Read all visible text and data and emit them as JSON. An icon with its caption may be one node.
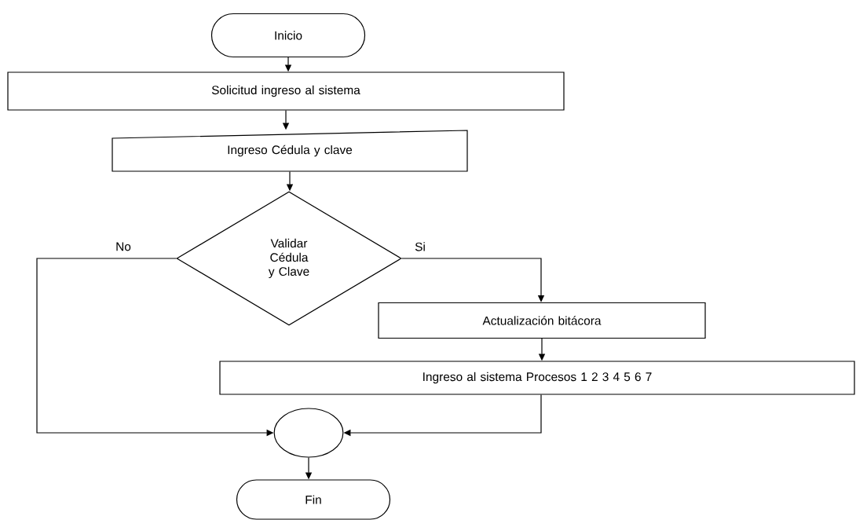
{
  "diagram": {
    "nodes": [
      {
        "text": [
          "Inicio"
        ]
      },
      {
        "text": [
          "Solicitud ingreso al sistema"
        ]
      },
      {
        "text": [
          "Ingreso Cédula y clave"
        ]
      },
      {
        "text": [
          "Validar Cédula y Clave"
        ]
      },
      {
        "text": [
          "Actualización bitácora"
        ]
      },
      {
        "text": [
          "Ingreso al sistema Procesos 1 2 3 4 5 6 7"
        ]
      },
      {
        "text": [],
        "shape": "circle"
      },
      {
        "text": [
          "Fin"
        ]
      }
    ],
    "edges": [
      {
        "from": 0,
        "to": 1,
        "arrow": "to"
      },
      {
        "from": 1,
        "to": 2,
        "arrow": "to"
      },
      {
        "from": 2,
        "to": 3,
        "arrow": "to"
      },
      {
        "from": 3,
        "to": 6,
        "arrow": "to",
        "label": "No"
      },
      {
        "from": 3,
        "to": 4,
        "arrow": "to",
        "label": "Si"
      },
      {
        "from": 4,
        "to": 5,
        "arrow": "to"
      },
      {
        "from": 5,
        "to": 6,
        "arrow": "to"
      },
      {
        "from": 6,
        "to": 7,
        "arrow": "to"
      }
    ]
  }
}
